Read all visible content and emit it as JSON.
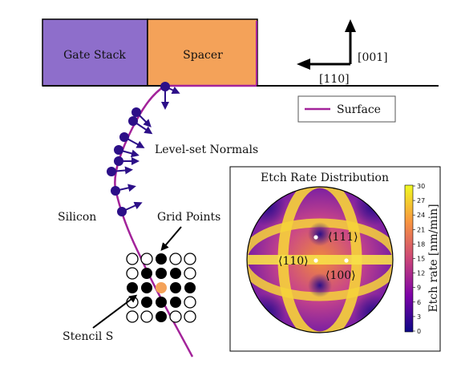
{
  "blocks": {
    "gate_stack": "Gate Stack",
    "spacer": "Spacer"
  },
  "axes": {
    "vertical": "[001]",
    "horizontal": "[110]"
  },
  "legend": {
    "surface": "Surface"
  },
  "labels": {
    "normals": "Level-set Normals",
    "silicon": "Silicon",
    "grid_points": "Grid Points",
    "stencil": "Stencil S"
  },
  "inset": {
    "title": "Etch Rate Distribution",
    "dir_111": "⟨111⟩",
    "dir_110": "⟨110⟩",
    "dir_100": "⟨100⟩",
    "colorbar_label": "Etch rate [nm/min]",
    "colorbar_ticks": [
      "0",
      "3",
      "6",
      "9",
      "12",
      "15",
      "18",
      "21",
      "24",
      "27",
      "30"
    ]
  },
  "colors": {
    "gate_stack": "#8e6ecb",
    "spacer": "#f4a259",
    "surface": "#a3239a",
    "normal": "#2c0f88",
    "stencil_center": "#f4a259"
  }
}
